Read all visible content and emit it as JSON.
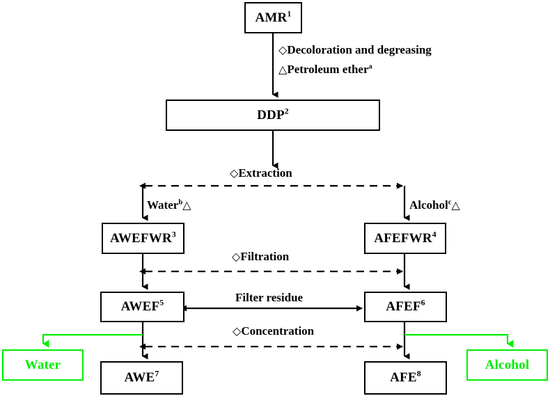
{
  "diagram": {
    "type": "process-flowchart",
    "title": "",
    "colors": {
      "stroke": "#000000",
      "fill": "#ffffff",
      "accent_green": "#00ee00",
      "text": "#000000"
    },
    "nodes": [
      {
        "id": "AMR",
        "label": "AMR",
        "superscript": "1",
        "color": "black"
      },
      {
        "id": "DDP",
        "label": "DDP",
        "superscript": "2",
        "color": "black"
      },
      {
        "id": "AWEFWR",
        "label": "AWEFWR",
        "superscript": "3",
        "color": "black"
      },
      {
        "id": "AFEFWR",
        "label": "AFEFWR",
        "superscript": "4",
        "color": "black"
      },
      {
        "id": "AWEF",
        "label": "AWEF",
        "superscript": "5",
        "color": "black"
      },
      {
        "id": "AFEF",
        "label": "AFEF",
        "superscript": "6",
        "color": "black"
      },
      {
        "id": "AWE",
        "label": "AWE",
        "superscript": "7",
        "color": "black"
      },
      {
        "id": "AFE",
        "label": "AFE",
        "superscript": "8",
        "color": "black"
      },
      {
        "id": "Water",
        "label": "Water",
        "superscript": "",
        "color": "green"
      },
      {
        "id": "Alcohol",
        "label": "Alcohol",
        "superscript": "",
        "color": "green"
      }
    ],
    "edge_labels": {
      "step1_operation": "Decoloration and degreasing",
      "step1_reagent": "Petroleum ether",
      "step1_reagent_superscript": "a",
      "extraction": "Extraction",
      "water_branch": "Water",
      "water_branch_superscript": "b",
      "alcohol_branch": "Alcohol",
      "alcohol_branch_superscript": "c",
      "filtration": "Filtration",
      "filter_residue": "Filter residue",
      "concentration": "Concentration"
    },
    "symbols": {
      "diamond": "◇",
      "triangle": "△"
    }
  }
}
